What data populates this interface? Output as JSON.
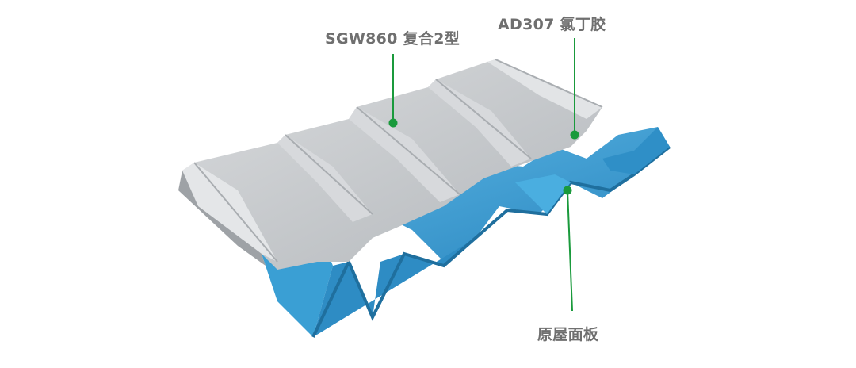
{
  "callouts": {
    "composite_sheet": "SGW860 复合2型",
    "adhesive": "AD307 氯丁胶",
    "base_panel": "原屋面板"
  },
  "colors": {
    "panel_grey": "#c5c8cb",
    "panel_grey_dark": "#9ea2a6",
    "panel_blue": "#3fa3d6",
    "panel_blue_dark": "#1f6f9e",
    "leader_green": "#1a9a3c",
    "label_text": "#6f6f6f"
  }
}
